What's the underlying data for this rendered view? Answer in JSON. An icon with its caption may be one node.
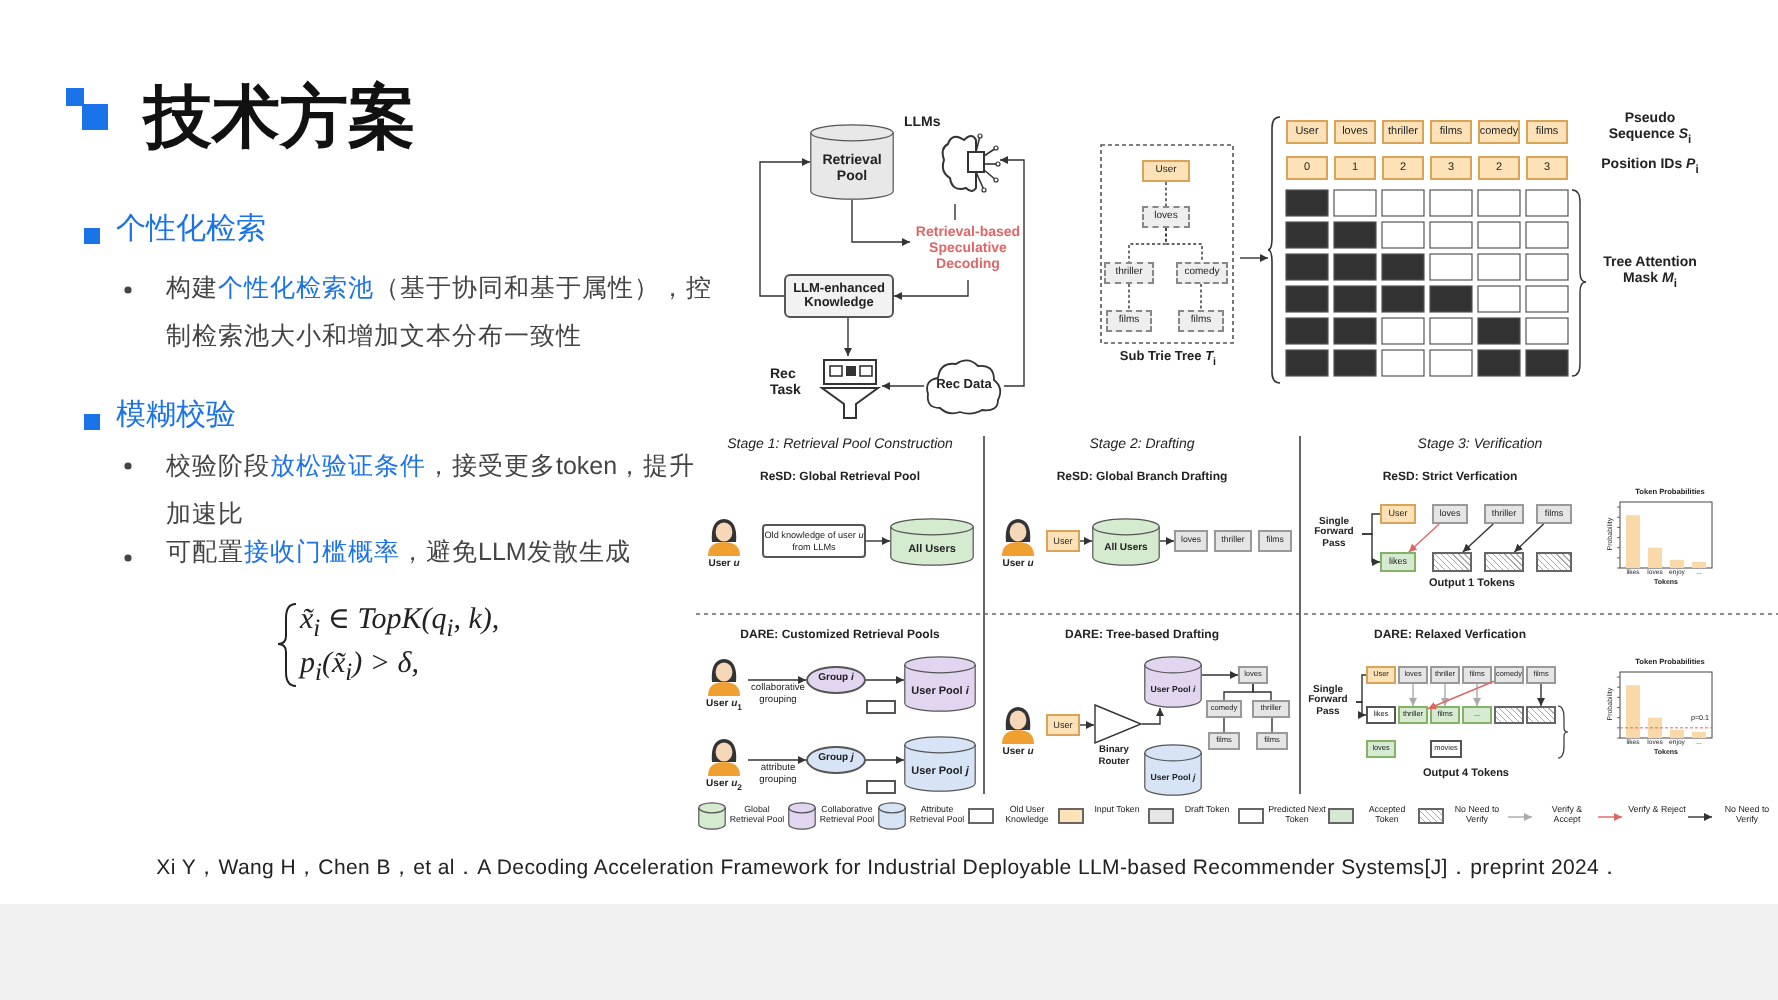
{
  "diagram": {
    "title": "技术方案",
    "caption": "Xi Y，Wang H，Chen B，et al．A Decoding Acceleration Framework for Industrial Deployable LLM-based Recommender Systems[J]．preprint 2024．",
    "nodes": [
      {
        "text": [
          "Retrieval Pool"
        ]
      },
      {
        "text": [
          "LLMs"
        ]
      },
      {
        "text": [
          "Retrieval-based Speculative Decoding"
        ]
      },
      {
        "text": [
          "LLM-enhanced Knowledge"
        ]
      },
      {
        "text": [
          "Rec Task"
        ]
      },
      {
        "text": [
          "Rec Data"
        ]
      },
      {
        "text": [
          "Sub Trie Tree *T*$_{i}$"
        ]
      },
      {
        "text": [
          "User"
        ],
        "in": 6
      },
      {
        "text": [
          "loves"
        ],
        "in": 6
      },
      {
        "text": [
          "thriller"
        ],
        "in": 6
      },
      {
        "text": [
          "comedy"
        ],
        "in": 6
      },
      {
        "text": [
          "films"
        ],
        "in": 6
      },
      {
        "text": [
          "films"
        ],
        "in": 6
      },
      {
        "text": [
          "User"
        ]
      },
      {
        "text": [
          "loves"
        ]
      },
      {
        "text": [
          "thriller"
        ]
      },
      {
        "text": [
          "films"
        ]
      },
      {
        "text": [
          "comedy"
        ]
      },
      {
        "text": [
          "films"
        ]
      },
      {
        "text": [
          "0"
        ]
      },
      {
        "text": [
          "1"
        ]
      },
      {
        "text": [
          "2"
        ]
      },
      {
        "text": [
          "3"
        ]
      },
      {
        "text": [
          "2"
        ]
      },
      {
        "text": [
          "3"
        ]
      },
      {
        "text": [
          "User *u*"
        ]
      },
      {
        "text": [
          "Old knowledge of user *u* from LLMs"
        ]
      },
      {
        "text": [
          "All Users"
        ]
      },
      {
        "text": [
          "User *u*$_{1}$"
        ]
      },
      {
        "text": [
          "Group *i*"
        ]
      },
      {
        "text": [],
        "shape": "box"
      },
      {
        "text": [
          "User Pool *i*"
        ]
      },
      {
        "text": [
          "User *u*$_{2}$"
        ]
      },
      {
        "text": [
          "Group *j*"
        ]
      },
      {
        "text": [],
        "shape": "box"
      },
      {
        "text": [
          "User Pool *j*"
        ]
      },
      {
        "text": [
          "User *u*"
        ]
      },
      {
        "text": [
          "User"
        ]
      },
      {
        "text": [
          "All Users"
        ]
      },
      {
        "text": [
          "loves"
        ]
      },
      {
        "text": [
          "thriller"
        ]
      },
      {
        "text": [
          "films"
        ]
      },
      {
        "text": [
          "User *u*"
        ]
      },
      {
        "text": [
          "User"
        ]
      },
      {
        "text": [
          "Binary Router"
        ]
      },
      {
        "text": [
          "User Pool *i*"
        ]
      },
      {
        "text": [
          "User Pool *j*"
        ]
      },
      {
        "text": [
          "loves"
        ]
      },
      {
        "text": [
          "comedy"
        ]
      },
      {
        "text": [
          "thriller"
        ]
      },
      {
        "text": [
          "films"
        ]
      },
      {
        "text": [
          "films"
        ]
      },
      {
        "text": [
          "Single Forward Pass"
        ]
      },
      {
        "text": [
          "User"
        ]
      },
      {
        "text": [
          "loves"
        ]
      },
      {
        "text": [
          "thriller"
        ]
      },
      {
        "text": [
          "films"
        ]
      },
      {
        "text": [
          "likes"
        ]
      },
      {
        "text": [],
        "shape": "box"
      },
      {
        "text": [],
        "shape": "box"
      },
      {
        "text": [],
        "shape": "box"
      },
      {
        "text": [
          "Single Forward Pass"
        ]
      },
      {
        "text": [
          "User"
        ]
      },
      {
        "text": [
          "loves"
        ]
      },
      {
        "text": [
          "thriller"
        ]
      },
      {
        "text": [
          "films"
        ]
      },
      {
        "text": [
          "comedy"
        ]
      },
      {
        "text": [
          "films"
        ]
      },
      {
        "text": [
          "likes"
        ]
      },
      {
        "text": [
          "thriller"
        ]
      },
      {
        "text": [
          "films"
        ]
      },
      {
        "text": [
          "..."
        ]
      },
      {
        "text": [],
        "shape": "box"
      },
      {
        "text": [],
        "shape": "box"
      },
      {
        "text": [
          "loves"
        ]
      },
      {
        "text": [
          "movies"
        ]
      },
      {
        "text": [],
        "shape": "bracket"
      }
    ],
    "edges": [
      {
        "from": 0,
        "to": 2,
        "arrow": "to"
      },
      {
        "from": 1,
        "to": 2,
        "arrow": "none"
      },
      {
        "from": 2,
        "to": 3,
        "arrow": "to"
      },
      {
        "from": 3,
        "to": 0,
        "arrow": "to"
      },
      {
        "from": 3,
        "to": 4,
        "arrow": "to"
      },
      {
        "from": 5,
        "to": 4,
        "arrow": "to"
      },
      {
        "from": 5,
        "to": 1,
        "arrow": "to"
      },
      {
        "from": 7,
        "to": 8,
        "arrow": "none",
        "style": "dashed"
      },
      {
        "from": 8,
        "to": 9,
        "arrow": "none",
        "style": "dashed"
      },
      {
        "from": 8,
        "to": 10,
        "arrow": "none",
        "style": "dashed"
      },
      {
        "from": 9,
        "to": 11,
        "arrow": "none",
        "style": "dashed"
      },
      {
        "from": 10,
        "to": 12,
        "arrow": "none",
        "style": "dashed"
      },
      {
        "from": 6,
        "to": 76,
        "arrow": "to"
      },
      {
        "from": 26,
        "to": 27,
        "arrow": "to"
      },
      {
        "from": 28,
        "to": 29,
        "arrow": "to",
        "label": "collaborative grouping"
      },
      {
        "from": 29,
        "to": 31,
        "arrow": "to"
      },
      {
        "from": 32,
        "to": 33,
        "arrow": "to",
        "label": "attribute grouping"
      },
      {
        "from": 33,
        "to": 35,
        "arrow": "to"
      },
      {
        "from": 37,
        "to": 38,
        "arrow": "to"
      },
      {
        "from": 38,
        "to": 39,
        "arrow": "to"
      },
      {
        "from": 43,
        "to": 44,
        "arrow": "to"
      },
      {
        "from": 44,
        "to": 45,
        "arrow": "to"
      },
      {
        "from": 45,
        "to": 47,
        "arrow": "to"
      },
      {
        "from": 47,
        "to": 48,
        "arrow": "none"
      },
      {
        "from": 47,
        "to": 49,
        "arrow": "none"
      },
      {
        "from": 48,
        "to": 50,
        "arrow": "none"
      },
      {
        "from": 49,
        "to": 51,
        "arrow": "none"
      },
      {
        "from": 52,
        "to": 57,
        "arrow": "to"
      },
      {
        "from": 54,
        "to": 57,
        "arrow": "to",
        "color": "#e06666"
      },
      {
        "from": 55,
        "to": 58,
        "arrow": "to"
      },
      {
        "from": 56,
        "to": 59,
        "arrow": "to"
      },
      {
        "from": 61,
        "to": 68,
        "arrow": "to"
      },
      {
        "from": 63,
        "to": 69,
        "arrow": "to",
        "color": "#aaaaaa"
      },
      {
        "from": 64,
        "to": 70,
        "arrow": "to",
        "color": "#aaaaaa"
      },
      {
        "from": 65,
        "to": 71,
        "arrow": "to",
        "color": "#aaaaaa"
      },
      {
        "from": 66,
        "to": 69,
        "arrow": "to",
        "color": "#e06666"
      },
      {
        "from": 67,
        "to": 73,
        "arrow": "to"
      },
      {
        "from": 52,
        "to": 53,
        "arrow": "none"
      },
      {
        "from": 61,
        "to": 62,
        "arrow": "none"
      }
    ],
    "labels": [
      "个性化检索",
      "构建**个性化检索池**（基于协同和基于属性），控制检索池大小和增加文本分布一致性",
      "模糊校验",
      "校验阶段**放松验证条件**，接受更多token，提升加速比",
      "可配置**接收门槛概率**，避免LLM发散生成",
      "x̃$_{i}$ ∈ TopK(q$_{i}$, k),",
      "p$_{i}$(x̃$_{i}$) > δ,",
      "Pseudo Sequence *S*$_{i}$",
      "Position IDs *P*$_{i}$",
      "Tree Attention Mask *M*$_{i}$",
      "Stage 1: Retrieval Pool Construction",
      "Stage 2: Drafting",
      "Stage 3: Verification",
      "ReSD: Global Retrieval Pool",
      "ReSD: Global Branch Drafting",
      "ReSD: Strict Verfication",
      "Token Probabilities",
      "Probability",
      "likes",
      "loves",
      "enjoy",
      "...",
      "Tokens",
      "Output 1 Tokens",
      "DARE: Customized Retrieval Pools",
      "DARE: Tree-based Drafting",
      "DARE: Relaxed Verfication",
      "Token Probabilities",
      "Probability",
      "likes",
      "loves",
      "enjoy",
      "...",
      "Tokens",
      "p=0.1",
      "Output 4 Tokens"
    ],
    "legend": [
      {
        "text": "Global Retrieval Pool"
      },
      {
        "text": "Collaborative Retrieval Pool"
      },
      {
        "text": "Attribute Retrieval Pool"
      },
      {
        "text": "Old User Knowledge",
        "color": "#ffffff"
      },
      {
        "text": "Input Token",
        "color": "#fde2b8"
      },
      {
        "text": "Draft Token",
        "color": "#e5e5e5"
      },
      {
        "text": "Predicted Next Token",
        "color": "#ffffff"
      },
      {
        "text": "Accepted Token",
        "color": "#d5ead0"
      },
      {
        "text": "No Need to Verify"
      },
      {
        "text": "Verify & Accept"
      },
      {
        "text": "Verify & Reject"
      },
      {
        "text": "No Need to Verify"
      }
    ]
  }
}
